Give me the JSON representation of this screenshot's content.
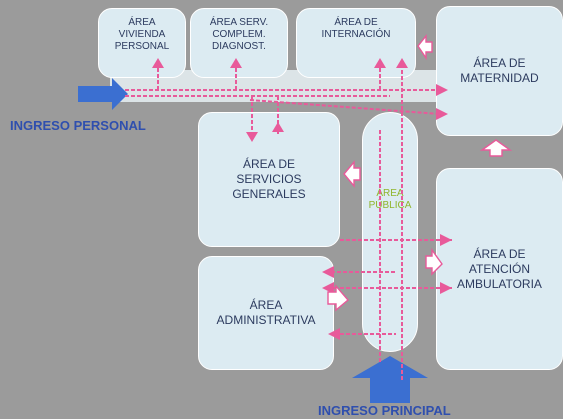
{
  "zones": {
    "vivienda": "ÁREA\nVIVIENDA\nPERSONAL",
    "serv_complem": "ÁREA SERV.\nCOMPLEM.\nDIAGNOST.",
    "internacion": "ÁREA DE\nINTERNACIÓN",
    "maternidad": "ÁREA  DE\nMATERNIDAD",
    "servicios_generales": "ÁREA DE\nSERVICIOS\nGENERALES",
    "publica": "ÁREA\nPÚBLICA",
    "ambulatoria": "ÁREA DE\nATENCIÓN\nAMBULATORIA",
    "administrativa": "ÁREA\nADMINISTRATIVA"
  },
  "labels": {
    "ingreso_personal": "INGRESO PERSONAL",
    "ingreso_principal": "INGRESO PRINCIPAL"
  },
  "colors": {
    "background": "#9b9b9b",
    "zone_fill": "#dcebf2",
    "route": "#e85a9a",
    "entry_arrow": "#3b6fd1",
    "label": "#2f4fae",
    "publica_text": "#8fb52c"
  }
}
